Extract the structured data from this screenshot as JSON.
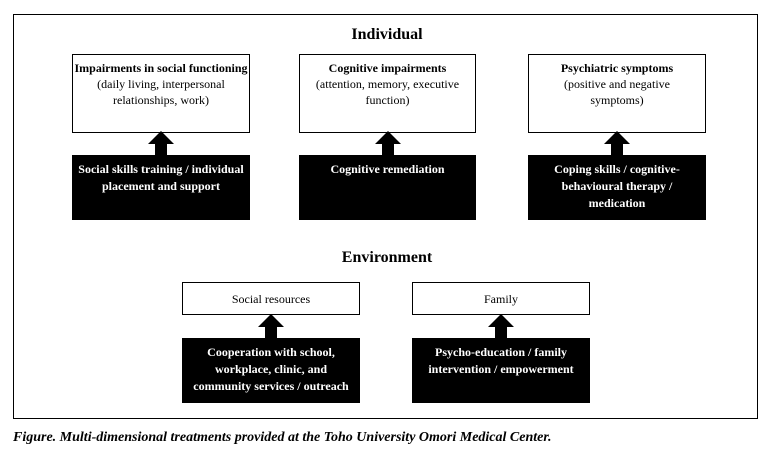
{
  "individual": {
    "title": "Individual",
    "items": [
      {
        "problem_title": "Impairments in social functioning",
        "problem_detail": "(daily living, interpersonal relationships, work)",
        "treatment": "Social skills training / individual placement and support"
      },
      {
        "problem_title": "Cognitive impairments",
        "problem_detail": "(attention, memory, executive function)",
        "treatment": "Cognitive remediation"
      },
      {
        "problem_title": "Psychiatric symptoms",
        "problem_detail": "(positive and negative symptoms)",
        "treatment": "Coping skills / cognitive-behavioural therapy / medication"
      }
    ]
  },
  "environment": {
    "title": "Environment",
    "items": [
      {
        "problem_title": "Social resources",
        "treatment": "Cooperation with school, workplace, clinic, and community services / outreach"
      },
      {
        "problem_title": "Family",
        "treatment": "Psycho-education / family intervention / empowerment"
      }
    ]
  },
  "caption": "Figure.  Multi-dimensional treatments provided at the Toho University Omori Medical Center."
}
